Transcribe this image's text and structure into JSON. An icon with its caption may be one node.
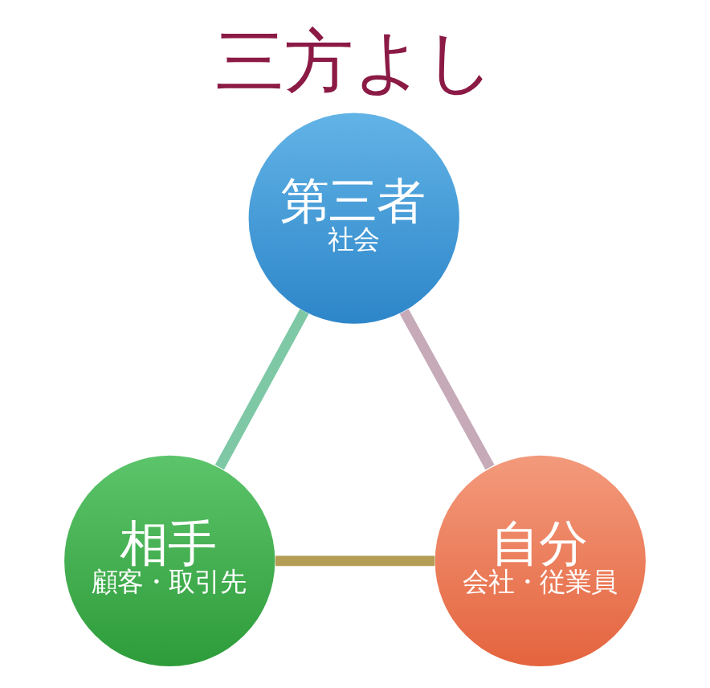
{
  "diagram": {
    "title": "三方よし",
    "nodes": [
      {
        "text": [
          "第三者",
          "社会"
        ]
      },
      {
        "text": [
          "相手",
          "顧客・取引先"
        ]
      },
      {
        "text": [
          "自分",
          "会社・従業員"
        ]
      }
    ],
    "edges": [
      {
        "from": 1,
        "to": 0,
        "arrow": "none",
        "color": "#7ec8a6"
      },
      {
        "from": 2,
        "to": 0,
        "arrow": "none",
        "color": "#c6aab8"
      },
      {
        "from": 1,
        "to": 2,
        "arrow": "none",
        "color": "#b49e55"
      }
    ]
  }
}
